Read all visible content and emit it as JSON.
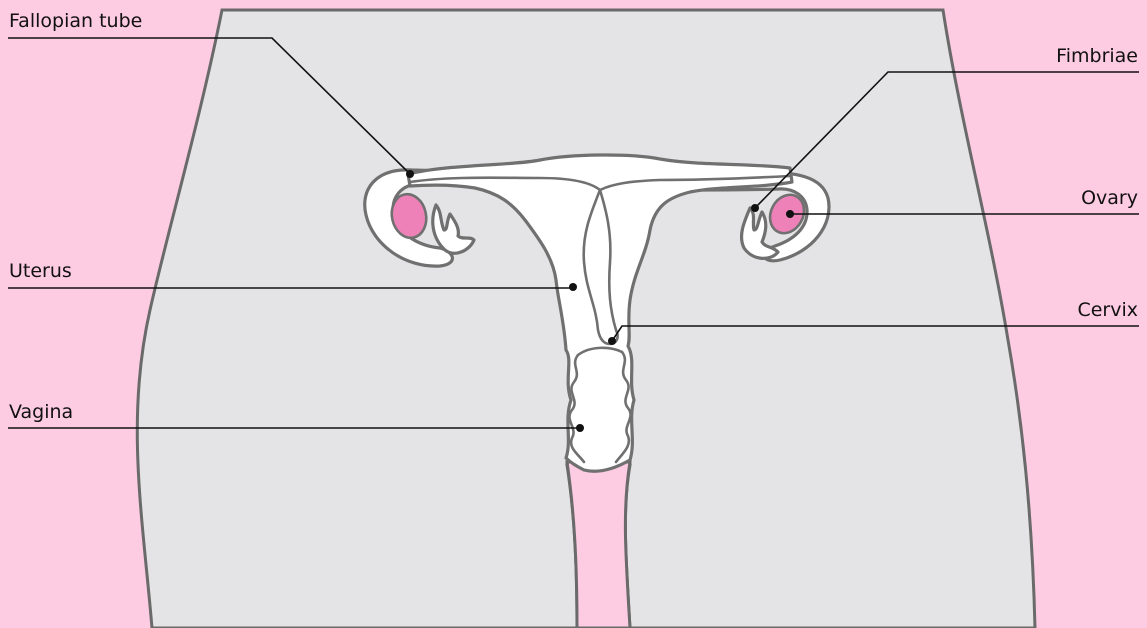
{
  "colors": {
    "background": "#fdcbe2",
    "body": "#e4e4e6",
    "outline": "#707070",
    "organ": "#ffffff",
    "ovary": "#ee82b8",
    "label_line": "#111111"
  },
  "labels": {
    "fallopian_tube": "Fallopian tube",
    "fimbriae": "Fimbriae",
    "ovary": "Ovary",
    "uterus": "Uterus",
    "cervix": "Cervix",
    "vagina": "Vagina"
  }
}
